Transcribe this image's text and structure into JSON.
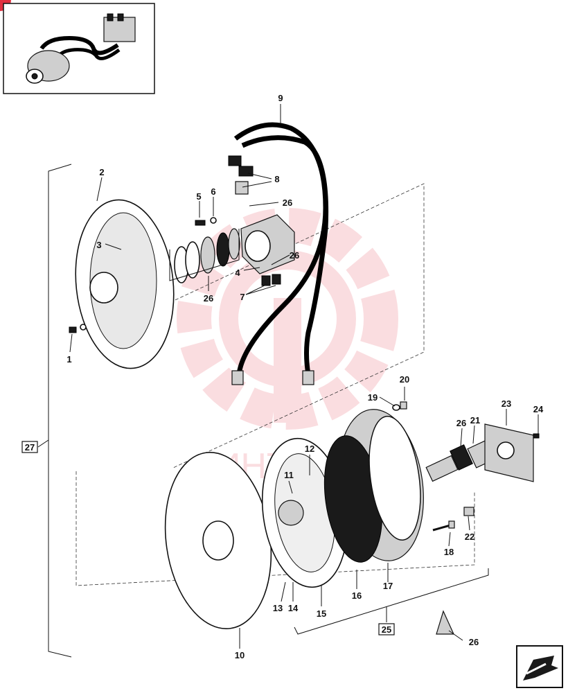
{
  "badge_colors": {
    "red": "#e03040"
  },
  "watermark": {
    "text": "ИНТЕХ",
    "color": "#f2a0a8"
  },
  "callouts": {
    "c1": "1",
    "c2": "2",
    "c3": "3",
    "c4": "4",
    "c5": "5",
    "c6": "6",
    "c7": "7",
    "c8": "8",
    "c9": "9",
    "c10": "10",
    "c11": "11",
    "c12": "12",
    "c13": "13",
    "c14": "14",
    "c15": "15",
    "c16": "16",
    "c17": "17",
    "c18": "18",
    "c19": "19",
    "c20": "20",
    "c21": "21",
    "c22": "22",
    "c23": "23",
    "c24": "24",
    "c26a": "26",
    "c26b": "26",
    "c26c": "26",
    "c26d": "26",
    "c26e": "26"
  },
  "assembly_labels": {
    "a25": "25",
    "a27": "27"
  },
  "nav_icon": "next-page-arrow-icon"
}
